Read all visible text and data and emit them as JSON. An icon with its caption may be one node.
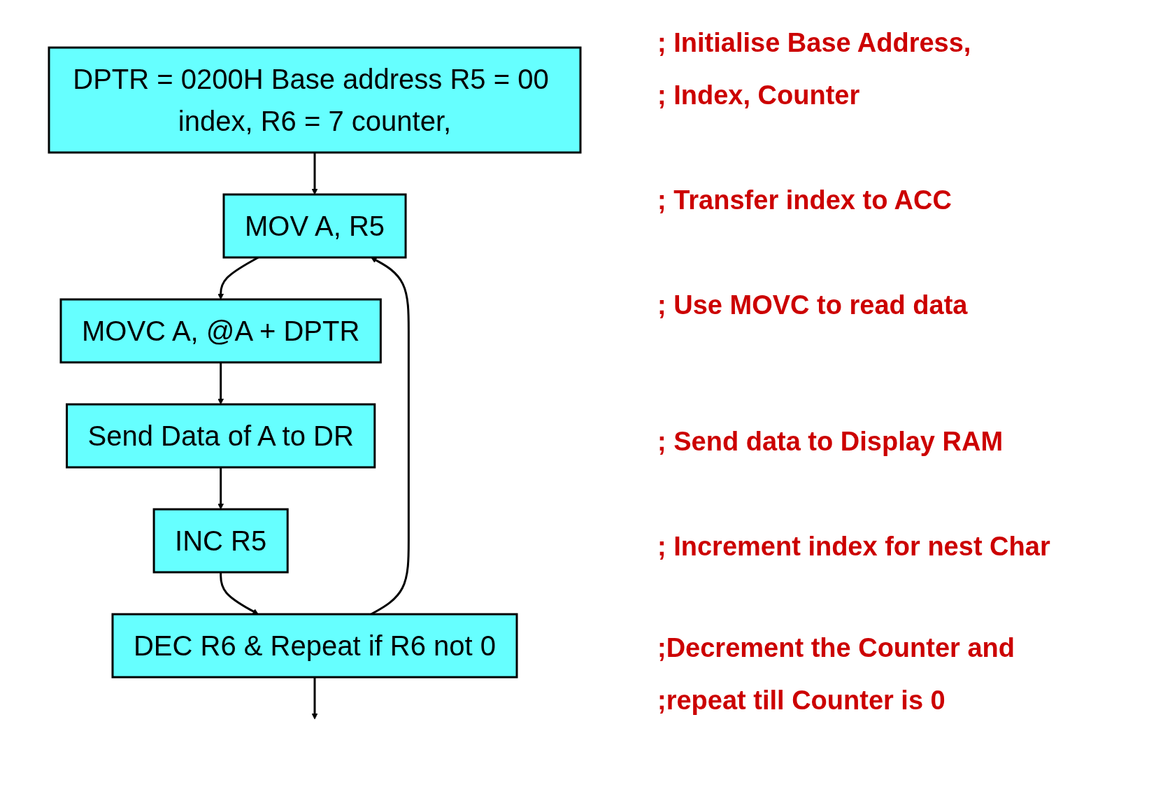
{
  "diagram": {
    "nodes": [
      {
        "text": [
          "DPTR = 0200H Base address R5 = 00 index, R6 = 7 counter,"
        ]
      },
      {
        "text": [
          "MOV  A, R5"
        ]
      },
      {
        "text": [
          "MOVC  A, @A + DPTR"
        ]
      },
      {
        "text": [
          "Send Data of A to DR"
        ]
      },
      {
        "text": [
          "INC R5"
        ]
      },
      {
        "text": [
          "DEC  R6 & Repeat if R6 not 0"
        ]
      }
    ],
    "edges": [
      {
        "from": 0,
        "to": 1,
        "arrow": "to"
      },
      {
        "from": 1,
        "to": 2,
        "arrow": "to"
      },
      {
        "from": 2,
        "to": 3,
        "arrow": "to"
      },
      {
        "from": 3,
        "to": 4,
        "arrow": "to"
      },
      {
        "from": 4,
        "to": 5,
        "arrow": "to"
      },
      {
        "from": 5,
        "to": 1,
        "arrow": "to"
      },
      {
        "from": 5,
        "to": null,
        "arrow": "to"
      }
    ],
    "labels": [
      "; Initialise Base Address,",
      ";  Index, Counter",
      "; Transfer index to ACC",
      "; Use MOVC to read data",
      "; Send data to Display RAM",
      "; Increment index for nest Char",
      ";Decrement the Counter and",
      ";repeat till Counter is 0"
    ]
  }
}
